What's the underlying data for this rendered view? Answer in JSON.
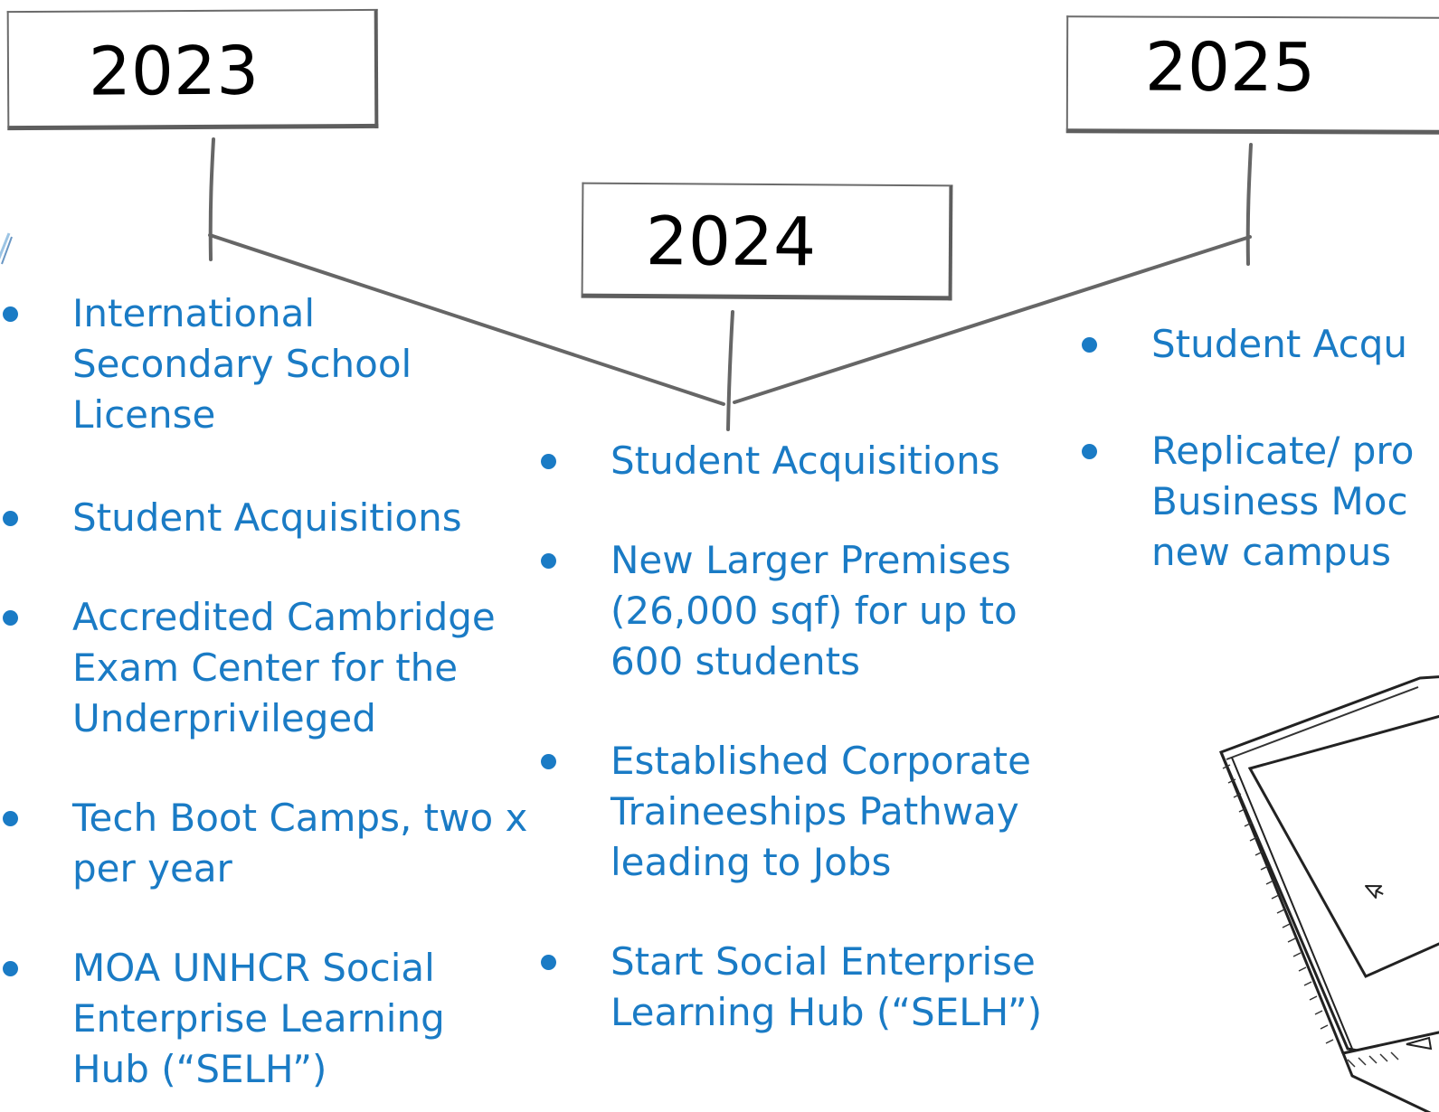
{
  "timeline": {
    "years": [
      {
        "year": "2023",
        "items": [
          "International Secondary School License",
          "Student Acquisitions",
          "Accredited Cambridge Exam Center for the Underprivileged",
          "Tech Boot Camps, two x per year",
          "MOA UNHCR Social Enterprise Learning Hub (“SELH”)"
        ]
      },
      {
        "year": "2024",
        "items": [
          "Student Acquisitions",
          "New Larger Premises (26,000 sqf) for up to 600 students",
          "Established Corporate Traineeships Pathway leading to Jobs",
          "Start Social Enterprise Learning Hub (“SELH”)"
        ]
      },
      {
        "year": "2025",
        "items": [
          "Student Acqu",
          "Replicate/ pro\nBusiness Moc\nnew campus"
        ]
      }
    ]
  },
  "colors": {
    "item_text": "#1a7bc5",
    "box_border": "#5e5e5e",
    "connector": "#666666"
  },
  "icons": {
    "laptop": "laptop-sketch-icon",
    "cursor": "cursor-arrow-icon"
  }
}
